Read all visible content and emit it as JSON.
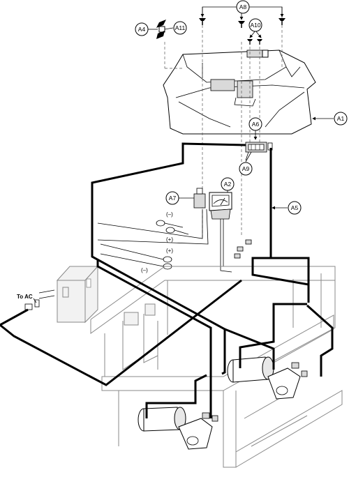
{
  "diagram": {
    "callouts": {
      "a1": "A1",
      "a2": "A2",
      "a4": "A4",
      "a5": "A5",
      "a6": "A6",
      "a7": "A7",
      "a8": "A8",
      "a9": "A9",
      "a10": "A10",
      "a11": "A11"
    },
    "polarity": {
      "neg_upper": "(–)",
      "pos_upper": "(+)",
      "pos_lower": "(+)",
      "neg_lower": "(–)"
    },
    "to_ac_label": "To AC"
  }
}
